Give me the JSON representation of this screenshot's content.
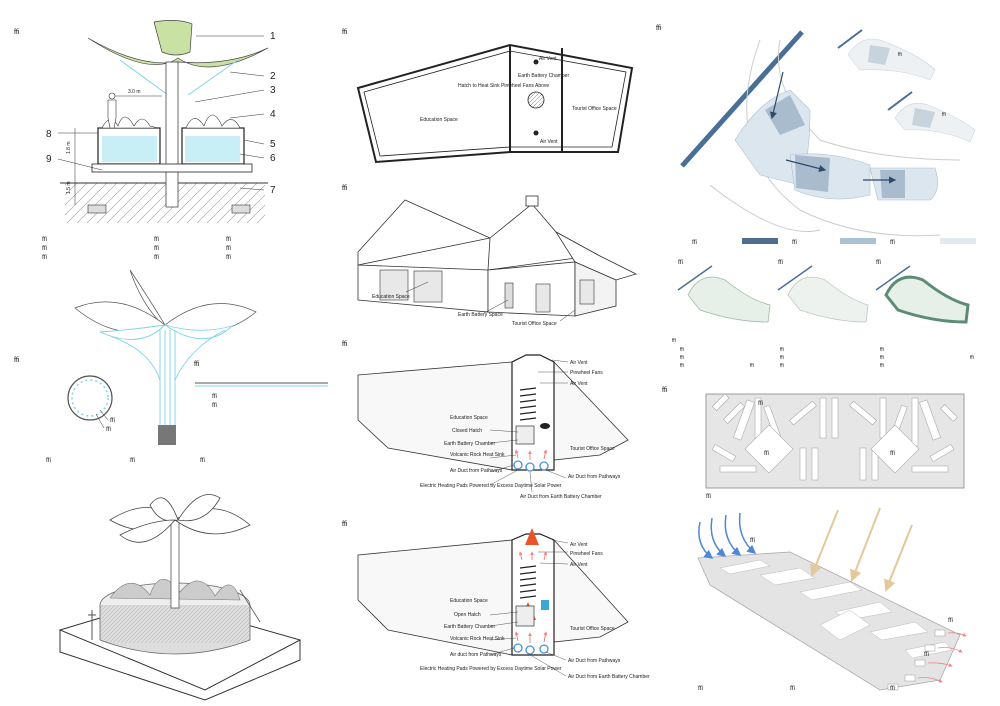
{
  "panels": {
    "p1_label": "ffi",
    "p2_label": "ffi",
    "p3_label": "ffi",
    "p4_label": "ffi",
    "p5_label": "ffi",
    "p6_label": "ffi",
    "p7_label": "ffi",
    "p8_label": "ffi"
  },
  "section": {
    "numbers": [
      "1",
      "2",
      "3",
      "4",
      "5",
      "6",
      "7",
      "8",
      "9"
    ],
    "dim_top": "3.0 m",
    "dim_left1": "1.8 m",
    "dim_left2": "1.5 m",
    "legend": [
      "ffi",
      "ffi",
      "ffi",
      "ffi",
      "ffi",
      "ffi",
      "ffi",
      "ffi",
      "ffi"
    ]
  },
  "plan": {
    "air_vent_1": "Air Vent",
    "chamber": "Earth Battery Chamber",
    "hatch": "Hatch to Heat Sink Pinwheel Fans Above",
    "education": "Education Space",
    "tourist": "Tourist Office Space",
    "air_vent_2": "Air Vent"
  },
  "perspective": {
    "education": "Education Space",
    "earth_battery": "Earth Battery Space",
    "tourist": "Tourist Office Space"
  },
  "section_closed": {
    "air_vent_top": "Air Vent",
    "pinwheel": "Pinwheel Fans",
    "air_vent": "Air Vent",
    "education": "Education Space",
    "closed_hatch": "Closed Hatch",
    "earth_chamber": "Earth Battery Chamber",
    "volcanic": "Volcanic Rock Heat Sink",
    "air_duct_path": "Air Duct from Pathways",
    "heating_pads": "Electric Heating Pads Powered by Excess Daytime Solar Power",
    "air_duct_chamber": "Air Duct from Earth Battery Chamber",
    "air_duct_path2": "Air Duct from Pathways",
    "tourist": "Tourist Office Space"
  },
  "section_open": {
    "air_vent_top": "Air Vent",
    "pinwheel": "Pinwheel Fans",
    "air_vent": "Air Vent",
    "education": "Education Space",
    "open_hatch": "Open Hatch",
    "earth_chamber": "Earth Battery Chamber",
    "volcanic": "Volcanic Rock Heat Sink",
    "air_duct_path": "Air duct from Pathways",
    "heating_pads": "Electric Heating Pads Powered by Excess Daytime Solar Power",
    "air_duct_path2": "Air Duct from Pathways",
    "air_duct_chamber": "Air Duct from Earth Battery Chamber",
    "tourist": "Tourist Office Space"
  },
  "site": {
    "legend": [
      "ffi",
      "ffi",
      "ffi"
    ],
    "variant_labels": [
      "ffi",
      "ffi",
      "ffi"
    ],
    "notes_col1": [
      "ffi",
      "ffi",
      "ffi",
      "ffi"
    ],
    "notes_col2": [
      "ffi",
      "ffi",
      "ffi"
    ],
    "notes_col3": [
      "ffi",
      "ffi",
      "ffi"
    ],
    "notes_far": "ffi",
    "x_marks": [
      "ffi",
      "ffi",
      "ffi"
    ]
  },
  "canopy": {
    "callout1": "ffi",
    "callout2": "ffi",
    "ring_c1": "ffi",
    "ring_c2": "ffi",
    "caps": [
      "ffi",
      "ffi",
      "ffi"
    ]
  },
  "pattern": {
    "top_label": "ffi",
    "diamond1": "ffi",
    "diamond2": "ffi",
    "caption": "ffi",
    "wind_label": "ffi",
    "out_label1": "ffi",
    "out_label2": "ffi",
    "bottom_caps": [
      "ffi",
      "ffi",
      "ffi"
    ]
  }
}
